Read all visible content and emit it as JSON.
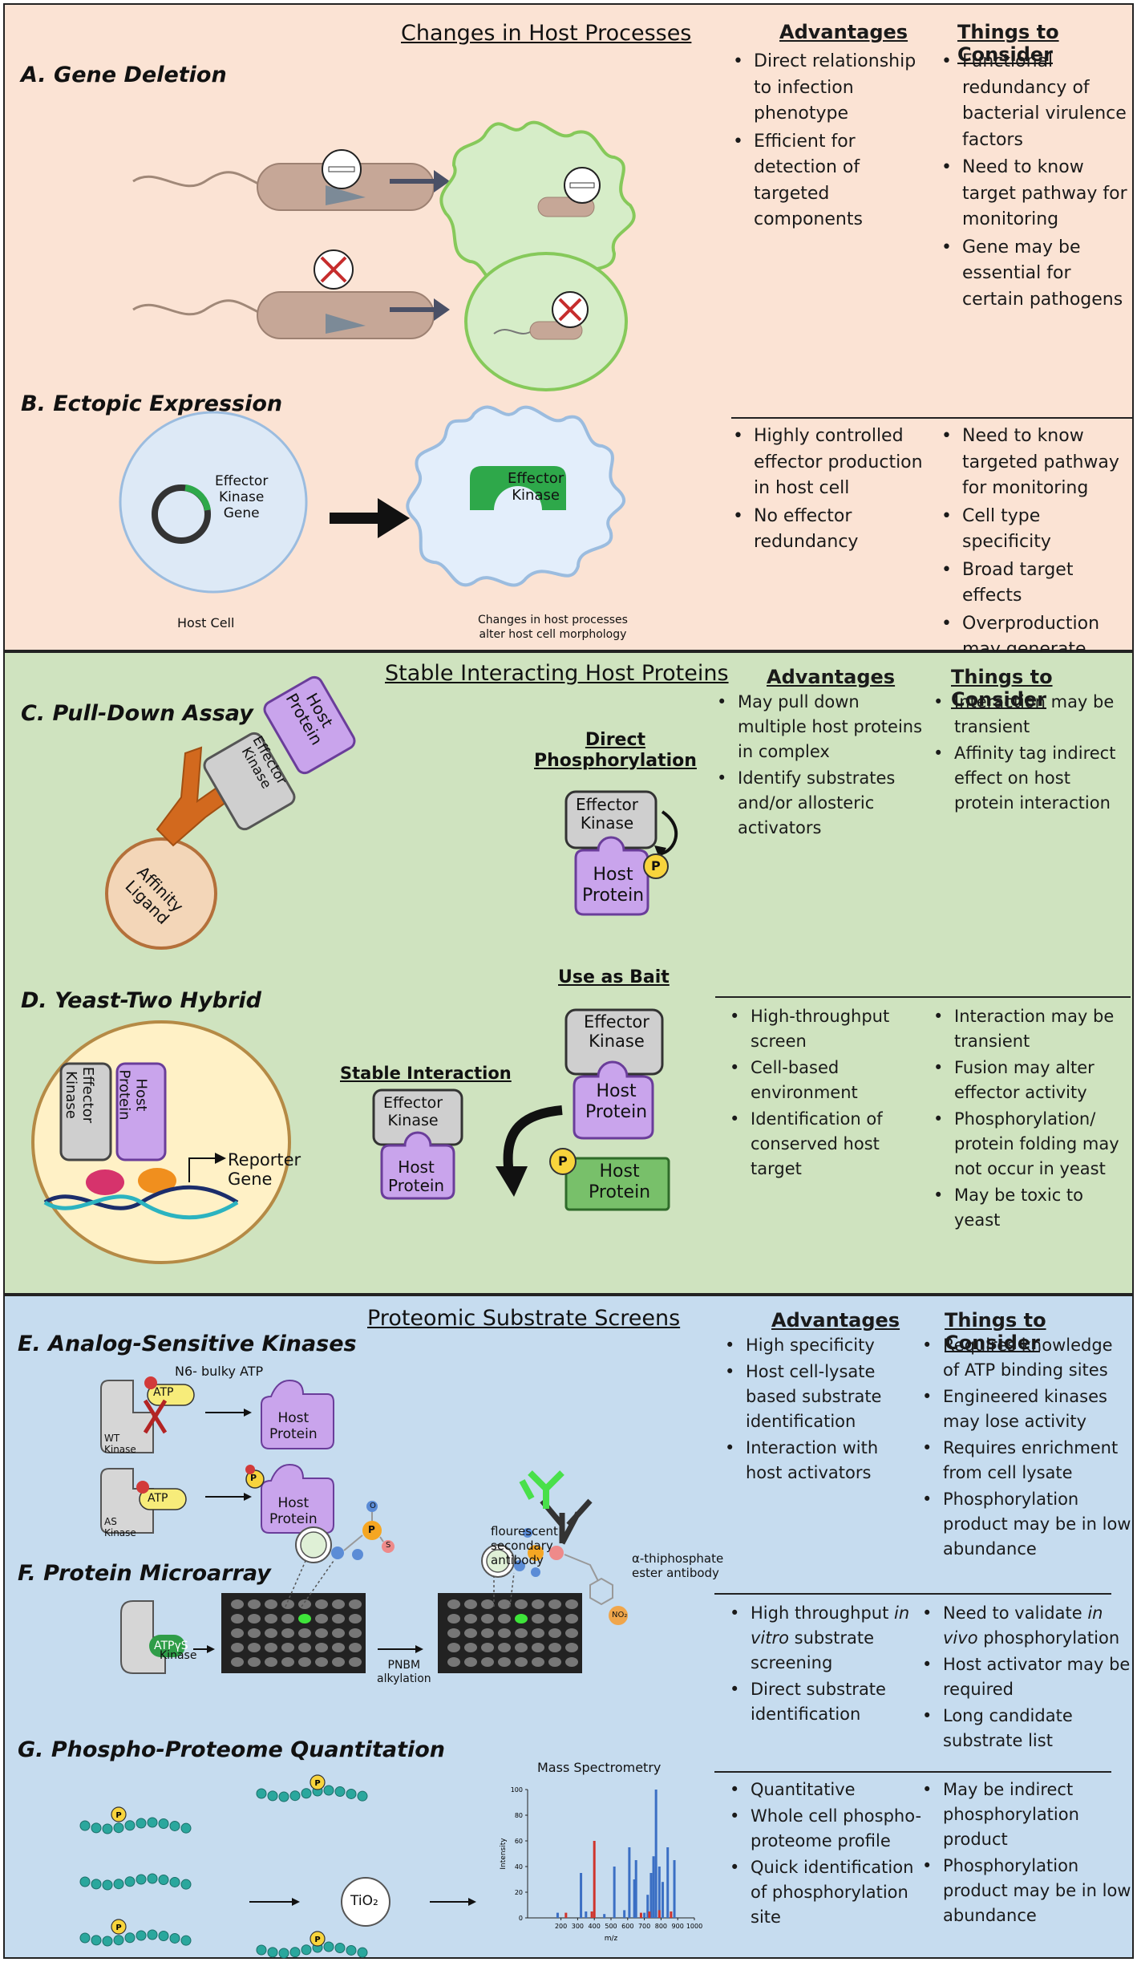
{
  "sections": {
    "host": "Changes in Host Processes",
    "stable": "Stable Interacting Host Proteins",
    "proteomic": "Proteomic Substrate Screens"
  },
  "columns": {
    "adv": "Advantages",
    "con": "Things to Consider"
  },
  "A": {
    "title": "A. Gene Deletion",
    "adv": [
      "Direct relationship to infection phenotype",
      "Efficient for detection of targeted components"
    ],
    "con": [
      "Functional redundancy of bacterial virulence factors",
      "Need to know target pathway for monitoring",
      "Gene may be essential for certain pathogens"
    ]
  },
  "B": {
    "title": "B. Ectopic Expression",
    "labels": {
      "gene": "Effector\nKinase\nGene",
      "host_cell": "Host Cell",
      "kinase": "Effector\nKinase",
      "caption": "Changes in host processes\nalter host cell morphology"
    },
    "adv": [
      "Highly controlled effector production in host cell",
      "No effector redundancy"
    ],
    "con": [
      "Need to know targeted pathway for monitoring",
      "Cell type specificity",
      "Broad target effects",
      "Overproduction may generate secondary effects"
    ]
  },
  "C": {
    "title": "C. Pull-Down Assay",
    "labels": {
      "host_protein": "Host\nProtein",
      "effector_kinase": "Effector\nKinase",
      "affinity": "Affinity\nLigand",
      "direct": "Direct\nPhosphorylation",
      "p": "P"
    },
    "adv": [
      "May pull down multiple host proteins in complex",
      "Identify substrates and/or allosteric activators"
    ],
    "con": [
      "Interaction may be transient",
      "Affinity tag indirect effect on host protein interaction"
    ]
  },
  "D": {
    "title": "D. Yeast-Two Hybrid",
    "labels": {
      "effector": "Effector\nKinase",
      "host": "Host\nProtein",
      "reporter": "Reporter\nGene",
      "stable": "Stable Interaction",
      "bait": "Use as Bait",
      "p": "P"
    },
    "adv": [
      "High-throughput screen",
      "Cell-based environment",
      "Identification of conserved host target"
    ],
    "con": [
      "Interaction may be transient",
      "Fusion may alter effector activity",
      "Phosphorylation/ protein folding may not occur in yeast",
      "May be toxic to yeast"
    ]
  },
  "E": {
    "title": "E. Analog-Sensitive Kinases",
    "labels": {
      "bulky": "N6- bulky ATP",
      "atp": "ATP",
      "wt": "WT\nKinase",
      "as": "AS\nKinase",
      "host": "Host\nProtein",
      "p": "P"
    },
    "adv": [
      "High specificity",
      "Host cell-lysate based substrate identification",
      "Interaction with host activators"
    ],
    "con": [
      "Requires knowledge of ATP binding sites",
      "Engineered kinases may lose activity",
      "Requires enrichment from cell lysate",
      "Phosphorylation product may be in low abundance"
    ]
  },
  "F": {
    "title": "F. Protein Microarray",
    "labels": {
      "kinase": "Kinase",
      "atp": "ATPγS",
      "pnbm": "PNBM\nalkylation",
      "secondary": "flourescent\nsecondary\nantibody",
      "alpha": "α-thiphosphate\nester antibody",
      "no2": "NO₂",
      "o": "O",
      "p": "P",
      "s": "S"
    },
    "adv_html": [
      "High throughput <i>in vitro</i> substrate screening",
      "Direct substrate identification"
    ],
    "con_html": [
      "Need to validate <i>in vivo</i> phosphorylation",
      "Host activator may be required",
      "Long candidate substrate list"
    ]
  },
  "G": {
    "title": "G. Phospho-Proteome Quantitation",
    "labels": {
      "tio2": "TiO₂",
      "p": "P"
    },
    "adv": [
      "Quantitative",
      "Whole cell phospho-proteome profile",
      "Quick identification of phosphorylation site"
    ],
    "con": [
      "May be indirect phosphorylation product",
      "Phosphorylation product may be in low abundance"
    ]
  },
  "chart_data": {
    "type": "bar",
    "title": "Mass Spectrometry",
    "xlabel": "m/z",
    "ylabel": "Intensity",
    "xlim": [
      0,
      1000
    ],
    "ylim": [
      0,
      100
    ],
    "x_ticks": [
      200,
      300,
      400,
      500,
      600,
      700,
      800,
      900,
      1000
    ],
    "y_ticks": [
      0,
      20,
      40,
      60,
      80,
      100
    ],
    "series": [
      {
        "color": "#3b6fc4",
        "x": [
          180,
          320,
          350,
          460,
          520,
          580,
          610,
          640,
          650,
          700,
          720,
          740,
          755,
          770,
          790,
          810,
          840,
          880
        ],
        "y": [
          4,
          35,
          5,
          3,
          40,
          6,
          55,
          30,
          45,
          4,
          18,
          35,
          48,
          100,
          40,
          28,
          55,
          45
        ]
      },
      {
        "color": "#d0342c",
        "x": [
          230,
          385,
          400,
          680,
          730,
          790,
          860
        ],
        "y": [
          4,
          5,
          60,
          4,
          5,
          6,
          5
        ]
      }
    ]
  }
}
